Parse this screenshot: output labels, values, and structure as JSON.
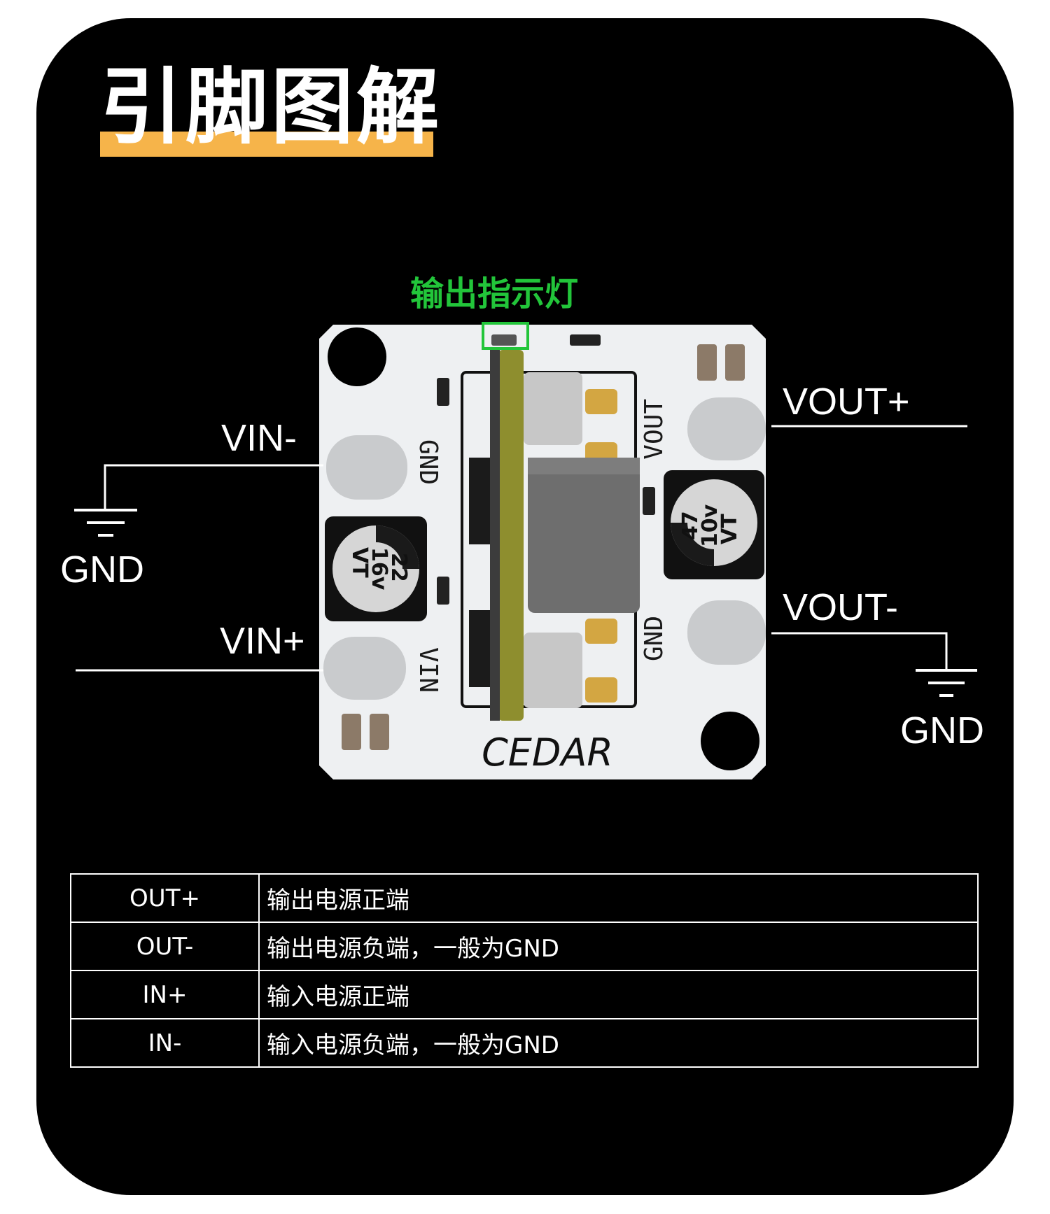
{
  "title": "引脚图解",
  "led_label": "输出指示灯",
  "labels": {
    "vin_minus": "VIN-",
    "vin_plus": "VIN+",
    "gnd_left": "GND",
    "vout_plus": "VOUT+",
    "vout_minus": "VOUT-",
    "gnd_right": "GND"
  },
  "board": {
    "silk_gnd_left": "GND",
    "silk_vin": "VIN",
    "silk_vout": "VOUT",
    "silk_gnd_right": "GND",
    "cap_left": [
      "22",
      "16v",
      "VT"
    ],
    "cap_right": [
      "47",
      "10v",
      "VT"
    ],
    "brand": "CEDAR"
  },
  "pin_table": [
    {
      "pin": "OUT+",
      "desc": "输出电源正端"
    },
    {
      "pin": "OUT-",
      "desc": "输出电源负端，一般为GND"
    },
    {
      "pin": "IN+",
      "desc": "输入电源正端"
    },
    {
      "pin": "IN-",
      "desc": "输入电源负端，一般为GND"
    }
  ],
  "colors": {
    "background": "#000000",
    "title_underline": "#f6b44a",
    "led_highlight": "#22c53a",
    "pcb": "#eef0f2"
  }
}
